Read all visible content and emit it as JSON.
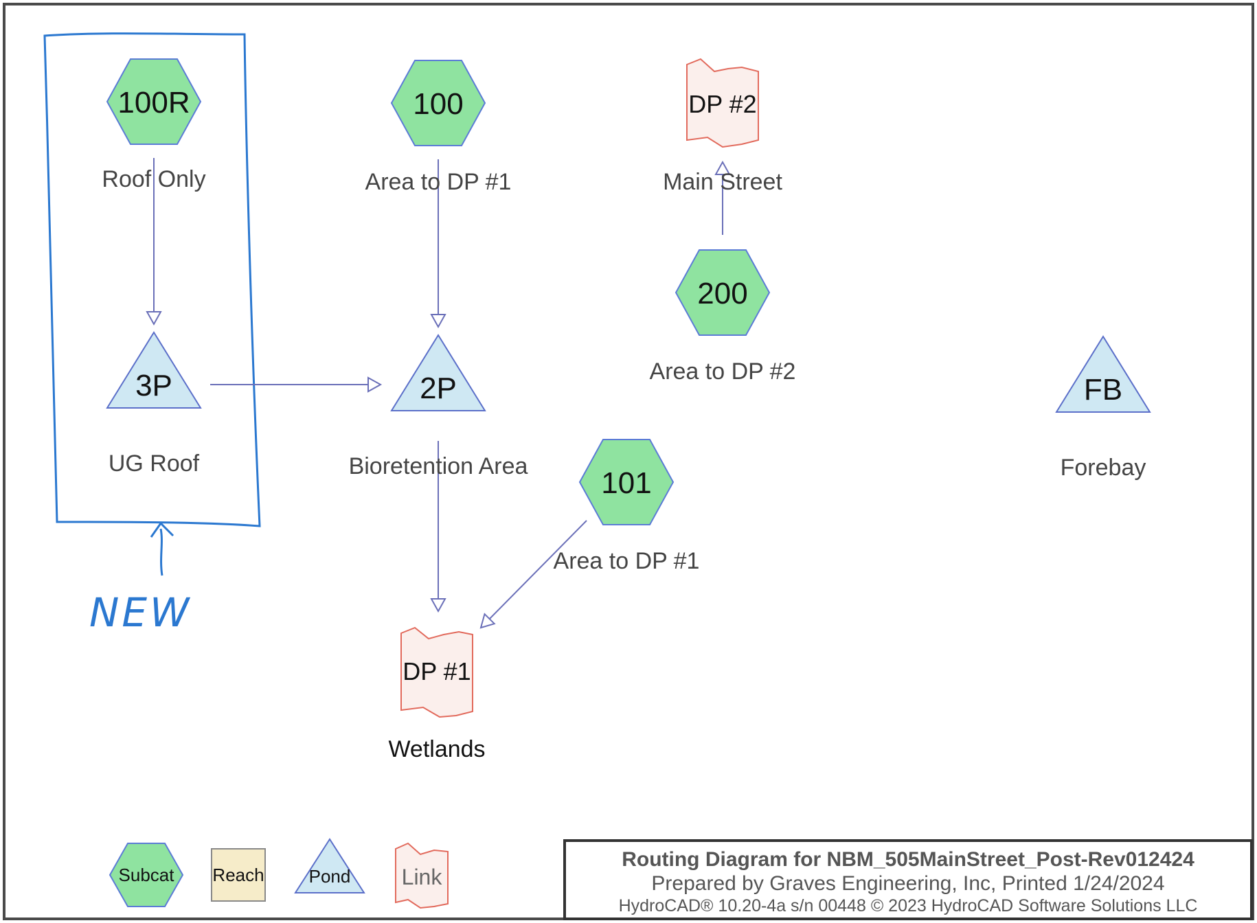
{
  "colors": {
    "subcat_fill": "#8fe3a0",
    "subcat_stroke": "#5b7bd6",
    "pond_fill": "#cfe8f3",
    "pond_stroke": "#5b6fc9",
    "link_fill": "#fbefec",
    "link_stroke": "#e26a5c",
    "reach_fill": "#f6ecc9",
    "arrow": "#6a6fb8",
    "annotation": "#2b78d0",
    "border": "#4a4a4a"
  },
  "nodes": {
    "n100R": {
      "type": "subcat",
      "id": "100R",
      "label": "Roof Only"
    },
    "n100": {
      "type": "subcat",
      "id": "100",
      "label": "Area to DP #1"
    },
    "dp2": {
      "type": "link",
      "id": "DP #2",
      "label": "Main Street"
    },
    "n200": {
      "type": "subcat",
      "id": "200",
      "label": "Area to DP #2"
    },
    "n3P": {
      "type": "pond",
      "id": "3P",
      "label": "UG Roof"
    },
    "n2P": {
      "type": "pond",
      "id": "2P",
      "label": "Bioretention Area"
    },
    "nFB": {
      "type": "pond",
      "id": "FB",
      "label": "Forebay"
    },
    "n101": {
      "type": "subcat",
      "id": "101",
      "label": "Area to DP #1"
    },
    "dp1": {
      "type": "link",
      "id": "DP #1",
      "label": "Wetlands"
    }
  },
  "annotation": {
    "text": "NEW",
    "icon": "hand-drawn-box-and-arrow"
  },
  "legend": {
    "subcat": "Subcat",
    "reach": "Reach",
    "pond": "Pond",
    "link": "Link"
  },
  "title_block": {
    "title": "Routing Diagram for NBM_505MainStreet_Post-Rev012424",
    "prepared": "Prepared by Graves Engineering, Inc,  Printed 1/24/2024",
    "software": "HydroCAD® 10.20-4a  s/n 00448  © 2023 HydroCAD Software Solutions LLC"
  }
}
